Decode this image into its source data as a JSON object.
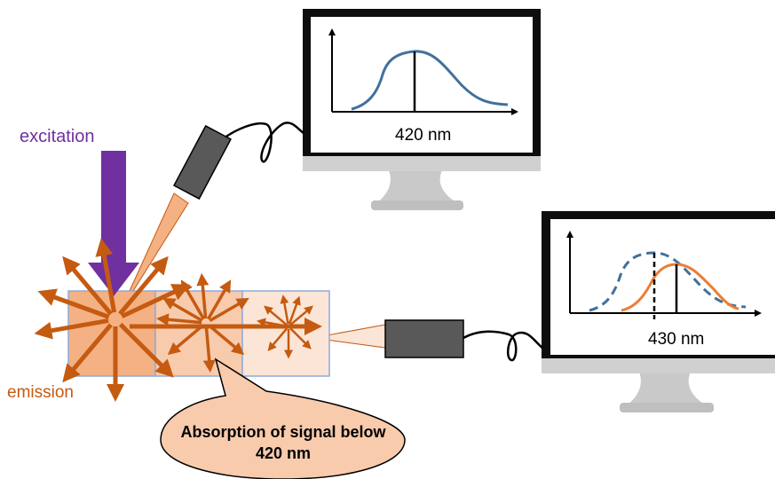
{
  "labels": {
    "excitation": "excitation",
    "emission": "emission",
    "monitor1_wavelength": "420 nm",
    "monitor2_wavelength": "430 nm",
    "callout": "Absorption of signal below 420 nm"
  },
  "colors": {
    "excitation": "#7030a0",
    "emission": "#c55a11",
    "spectrum_original": "#41719c",
    "spectrum_shifted": "#ed7d31",
    "cuvette_1": "#f4b183",
    "cuvette_2": "#f8cbad",
    "cuvette_3": "#fbe5d6",
    "detector": "#595959",
    "callout_fill": "#f8cbad"
  }
}
